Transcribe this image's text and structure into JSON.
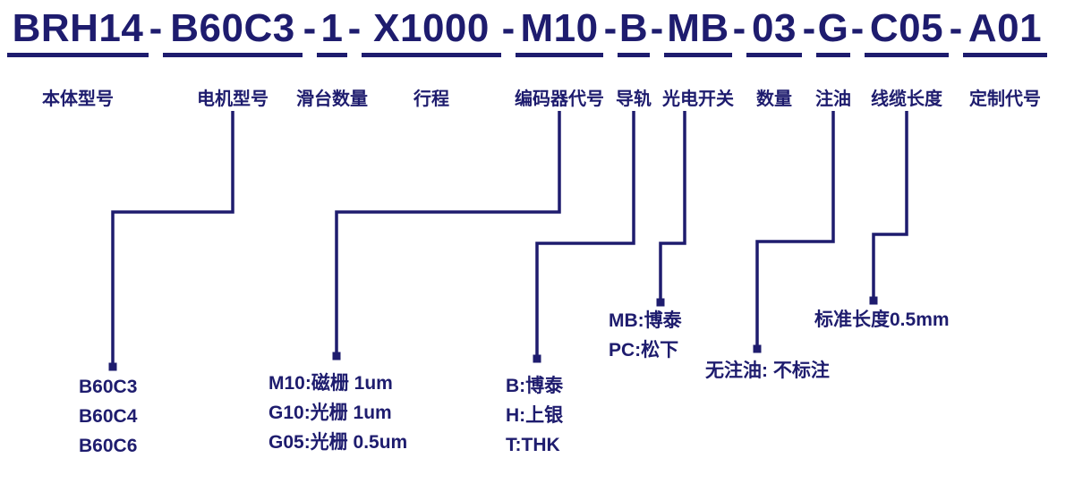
{
  "title": {
    "segments": [
      "BRH14",
      "B60C3",
      "1",
      "X1000",
      "M10",
      "B",
      "MB",
      "03",
      "G",
      "C05",
      "A01"
    ],
    "separator": "-"
  },
  "labels": [
    "本体型号",
    "电机型号",
    "滑台数量",
    "行程",
    "编码器代号",
    "导轨",
    "光电开关",
    "数量",
    "注油",
    "线缆长度",
    "定制代号"
  ],
  "annotations": {
    "motor_options": [
      "B60C3",
      "B60C4",
      "B60C6"
    ],
    "encoder_options": [
      "M10:磁栅 1um",
      "G10:光栅 1um",
      "G05:光栅 0.5um"
    ],
    "rail_options": [
      "B:博泰",
      "H:上银",
      "T:THK"
    ],
    "switch_options": [
      "MB:博泰",
      "PC:松下"
    ],
    "oil_note": "无注油: 不标注",
    "cable_note": "标准长度0.5mm"
  },
  "colors": {
    "ink": "#1e1c6e",
    "background": "#ffffff"
  }
}
